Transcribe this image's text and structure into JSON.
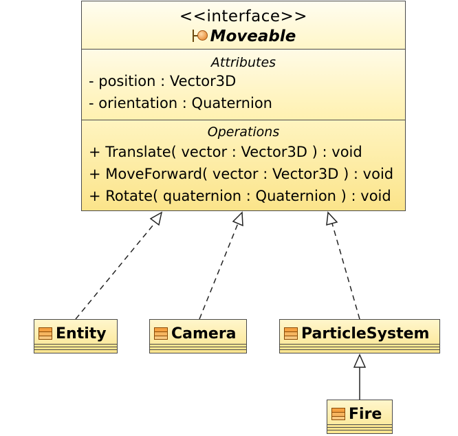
{
  "interface": {
    "stereotype": "<<interface>>",
    "name": "Moveable",
    "icon": "interface-lollipop-icon",
    "attributes_title": "Attributes",
    "attributes": [
      "- position : Vector3D",
      "- orientation : Quaternion"
    ],
    "operations_title": "Operations",
    "operations": [
      "+ Translate( vector : Vector3D ) : void",
      "+ MoveForward( vector : Vector3D ) : void",
      "+ Rotate( quaternion : Quaternion ) : void"
    ]
  },
  "classes": [
    {
      "name": "Entity",
      "icon": "class-icon"
    },
    {
      "name": "Camera",
      "icon": "class-icon"
    },
    {
      "name": "ParticleSystem",
      "icon": "class-icon"
    },
    {
      "name": "Fire",
      "icon": "class-icon"
    }
  ],
  "relations": [
    {
      "type": "realization",
      "from": "Entity",
      "to": "Moveable"
    },
    {
      "type": "realization",
      "from": "Camera",
      "to": "Moveable"
    },
    {
      "type": "realization",
      "from": "ParticleSystem",
      "to": "Moveable"
    },
    {
      "type": "generalization",
      "from": "Fire",
      "to": "ParticleSystem"
    }
  ],
  "colors": {
    "box_fill": "#fbe590",
    "border": "#4a4a4a",
    "class_icon": "#f4a040",
    "interface_icon": "#e07a1c"
  }
}
